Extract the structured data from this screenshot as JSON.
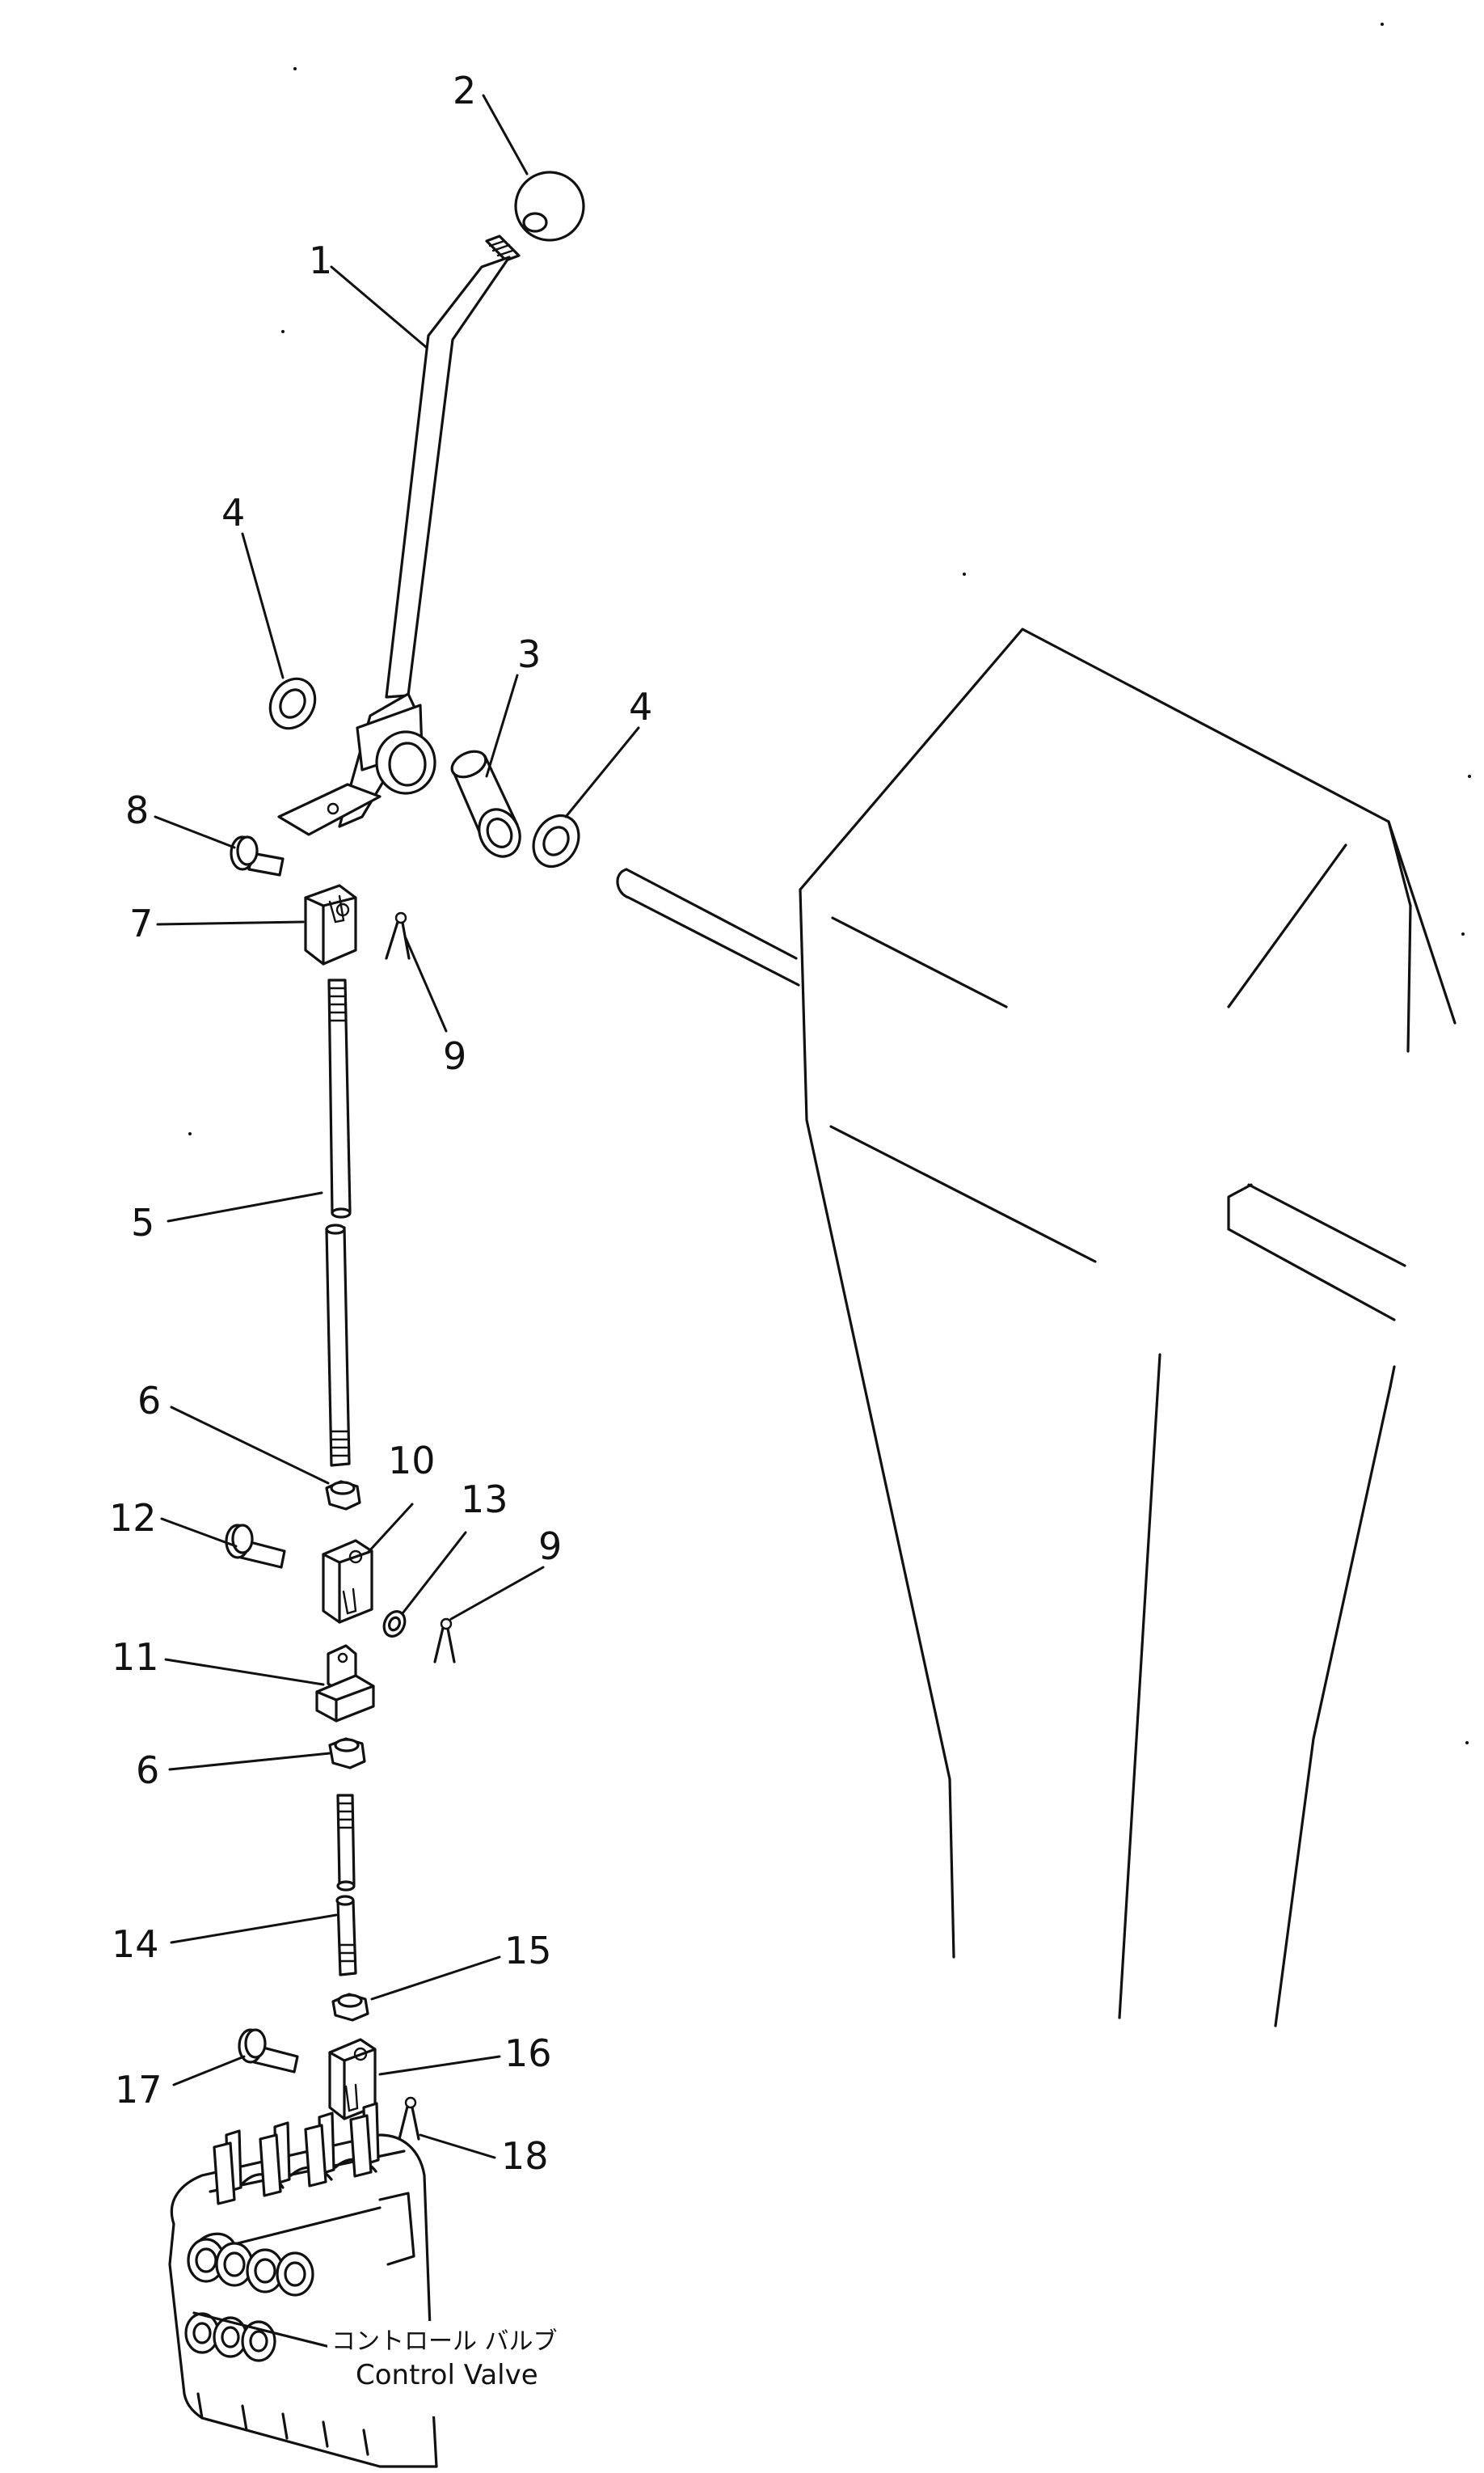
{
  "callouts": [
    "1",
    "2",
    "3",
    "4",
    "4",
    "5",
    "6",
    "6",
    "7",
    "8",
    "9",
    "9",
    "10",
    "11",
    "12",
    "13",
    "14",
    "15",
    "16",
    "17",
    "18"
  ],
  "assembly_label": {
    "ja": "コントロール バルブ",
    "en": "Control Valve"
  }
}
